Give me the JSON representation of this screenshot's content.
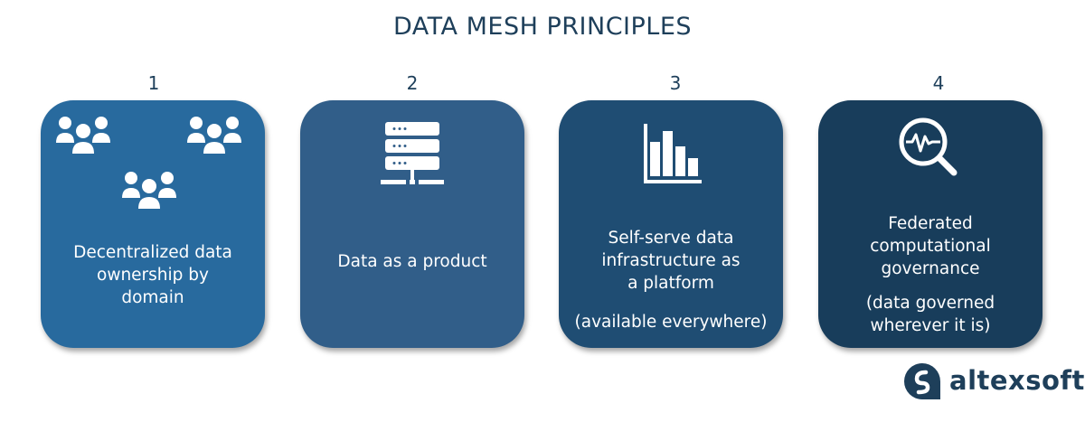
{
  "title": "DATA MESH PRINCIPLES",
  "principles": [
    {
      "number": "1",
      "icon": "people-groups-icon",
      "color": "#286a9e",
      "lines": [
        "Decentralized data",
        "ownership by",
        "domain"
      ],
      "note": ""
    },
    {
      "number": "2",
      "icon": "server-network-icon",
      "color": "#315e89",
      "lines": [
        "Data as a product"
      ],
      "note": ""
    },
    {
      "number": "3",
      "icon": "bar-chart-icon",
      "color": "#1f4d73",
      "lines": [
        "Self-serve data",
        "infrastructure as",
        "a platform"
      ],
      "note": "(available everywhere)"
    },
    {
      "number": "4",
      "icon": "magnifier-pulse-icon",
      "color": "#183d5b",
      "lines": [
        "Federated",
        "computational",
        "governance"
      ],
      "note_lines": [
        "(data governed",
        "wherever it is)"
      ]
    }
  ],
  "logo": {
    "text": "altexsoft",
    "color": "#1e3f5a"
  }
}
